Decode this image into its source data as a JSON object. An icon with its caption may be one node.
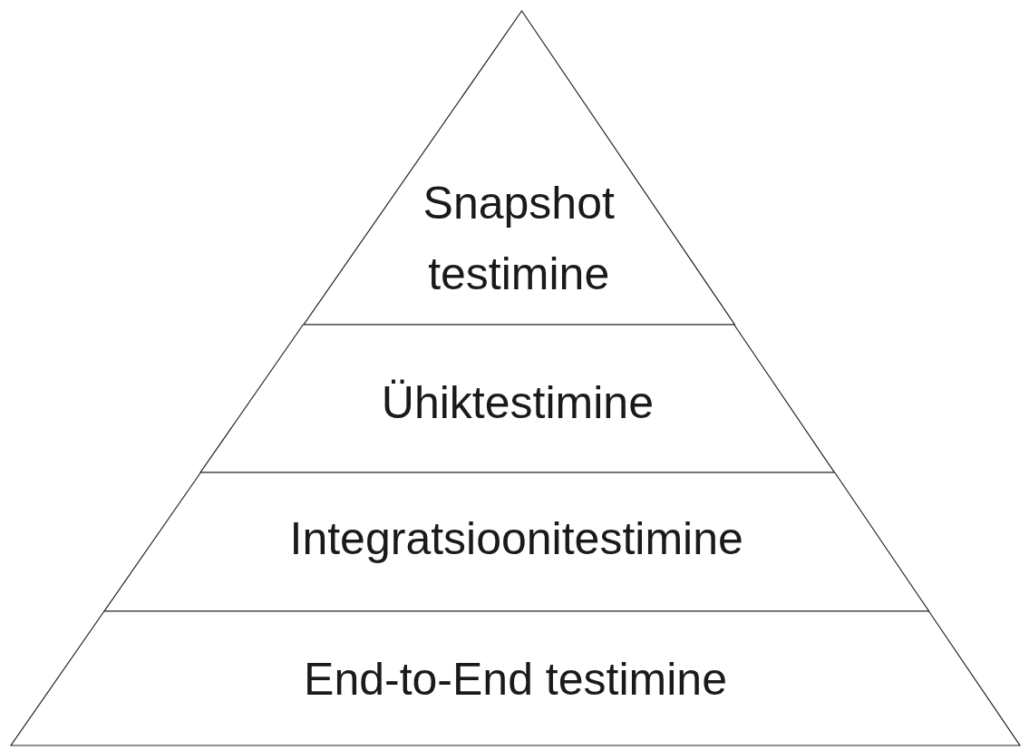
{
  "diagram": {
    "nodes": [
      {
        "text": [
          "Snapshot testimine"
        ]
      },
      {
        "text": [
          "Ühiktestimine"
        ]
      },
      {
        "text": [
          "Integratsioonitestimine"
        ]
      },
      {
        "text": [
          "End-to-End testimine"
        ]
      }
    ]
  }
}
